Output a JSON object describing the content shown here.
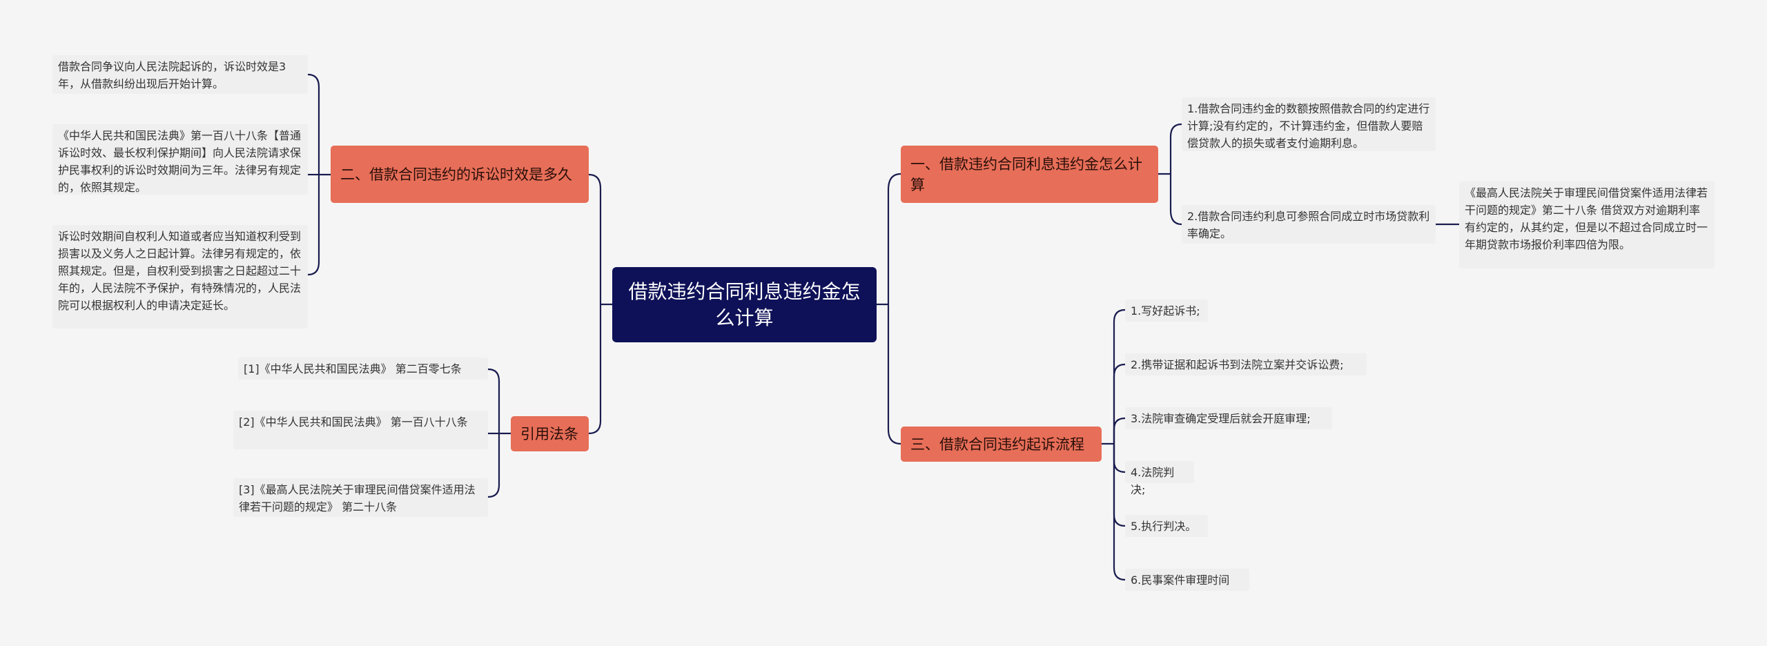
{
  "root": {
    "label": "借款违约合同利息违约金怎么计算"
  },
  "right": {
    "b1": {
      "label": "一、借款违约合同利息违约金怎么计算",
      "c1": "1.借款合同违约金的数额按照借款合同的约定进行计算;没有约定的，不计算违约金，但借款人要赔偿贷款人的损失或者支付逾期利息。",
      "c2": "2.借款合同违约利息可参照合同成立时市场贷款利率确定。",
      "c2_note": "《最高人民法院关于审理民间借贷案件适用法律若干问题的规定》第二十八条 借贷双方对逾期利率有约定的，从其约定，但是以不超过合同成立时一年期贷款市场报价利率四倍为限。"
    },
    "b3": {
      "label": "三、借款合同违约起诉流程",
      "steps": [
        "1.写好起诉书;",
        "2.携带证据和起诉书到法院立案并交诉讼费;",
        "3.法院审查确定受理后就会开庭审理;",
        "4.法院判决;",
        "5.执行判决。",
        "6.民事案件审理时间"
      ]
    }
  },
  "left": {
    "b2": {
      "label": "二、借款合同违约的诉讼时效是多久",
      "c1": "借款合同争议向人民法院起诉的，诉讼时效是3年，从借款纠纷出现后开始计算。",
      "c2": "《中华人民共和国民法典》第一百八十八条【普通诉讼时效、最长权利保护期间】向人民法院请求保护民事权利的诉讼时效期间为三年。法律另有规定的，依照其规定。",
      "c3": "诉讼时效期间自权利人知道或者应当知道权利受到损害以及义务人之日起计算。法律另有规定的，依照其规定。但是，自权利受到损害之日起超过二十年的，人民法院不予保护，有特殊情况的，人民法院可以根据权利人的申请决定延长。"
    },
    "refs": {
      "label": "引用法条",
      "items": [
        "[1]《中华人民共和国民法典》 第二百零七条",
        "[2]《中华人民共和国民法典》 第一百八十八条",
        "[3]《最高人民法院关于审理民间借贷案件适用法律若干问题的规定》 第二十八条"
      ]
    }
  },
  "colors": {
    "root_bg": "#0e1157",
    "branch_bg": "#e76e58",
    "leaf_bg": "#efefef",
    "line": "#1a1c4f",
    "page_bg": "#f5f5f5"
  }
}
